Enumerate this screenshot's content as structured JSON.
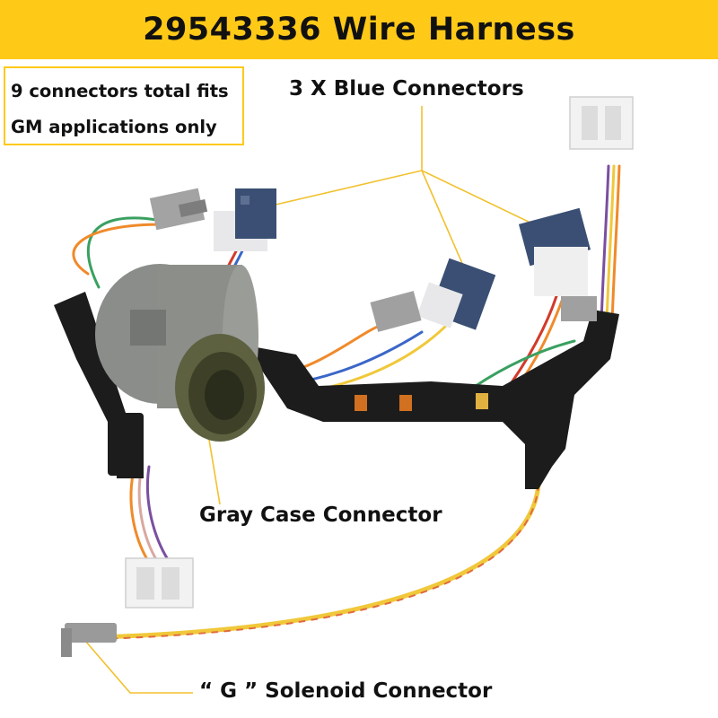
{
  "title": "29543336 Wire Harness",
  "info_box": {
    "line1": "9 connectors total fits",
    "line2": "GM applications only"
  },
  "callouts": {
    "blue_connectors": "3 X Blue Connectors",
    "gray_case_connector": "Gray Case Connector",
    "g_solenoid_connector": "“ G ” Solenoid Connector"
  },
  "colors": {
    "banner": "#ffc918",
    "callout_line": "#f2c12e",
    "blue_connector": "#3a4f73",
    "gray_connector": "#9a9a9a",
    "case_body": "#8a8d8a",
    "case_olive": "#5d6140",
    "bracket": "#1c1c1c",
    "wire_orange": "#f08a2a",
    "wire_red": "#d23a2a",
    "wire_blue": "#3a66c8",
    "wire_purple": "#7a4fa0",
    "wire_yellow": "#f0c83a",
    "wire_green": "#3aa060"
  }
}
